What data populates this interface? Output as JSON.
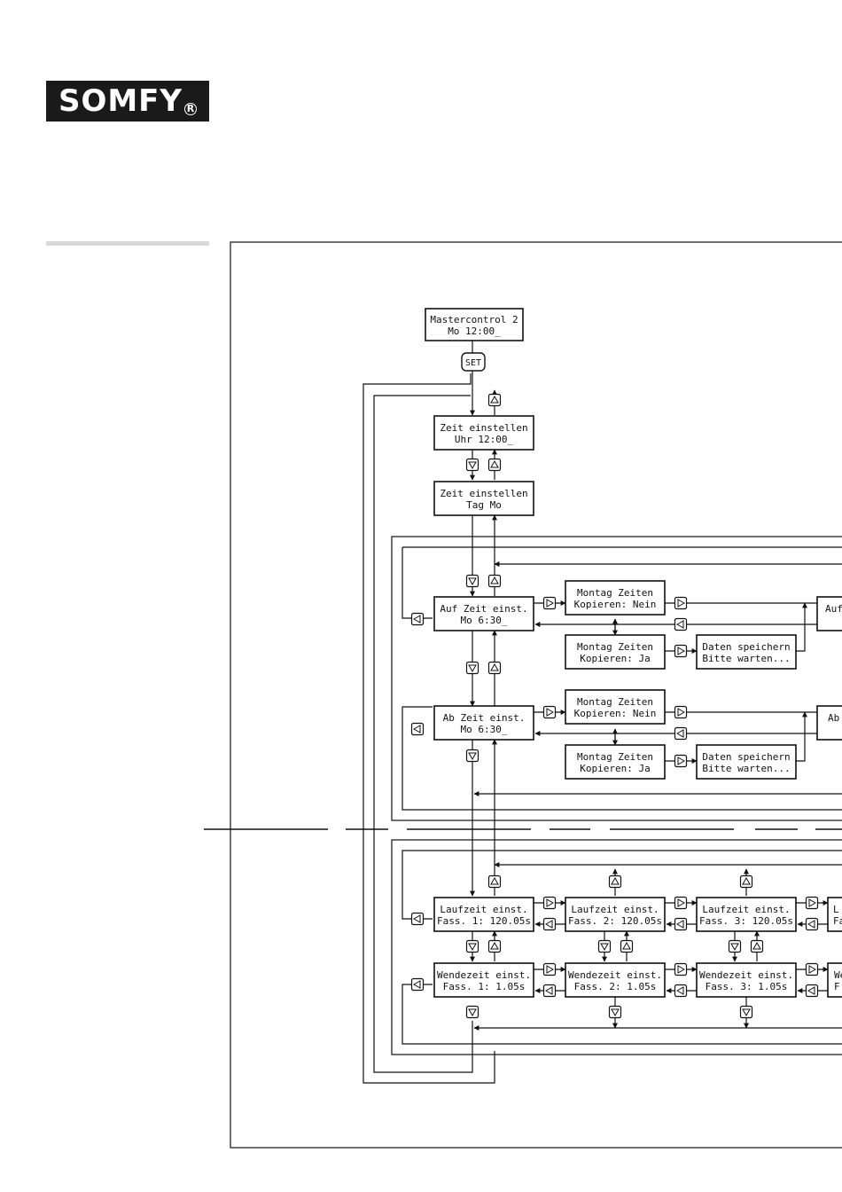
{
  "logo": {
    "text": "SOMFY",
    "reg_mark": "R",
    "logo_bg": "#1a1a1a"
  },
  "diagram": {
    "start": {
      "line1": "Mastercontrol 2",
      "line2": "Mo  12:00_"
    },
    "set_button": "SET",
    "zeit_uhr": {
      "line1": "Zeit einstellen",
      "line2": "Uhr  12:00_"
    },
    "zeit_tag": {
      "line1": "Zeit einstellen",
      "line2": "Tag  Mo"
    },
    "auf_zeit": {
      "line1": "Auf Zeit einst.",
      "line2": "Mo  6:30_"
    },
    "auf_copy_nein": {
      "line1": "Montag Zeiten",
      "line2": "Kopieren: Nein"
    },
    "auf_copy_ja": {
      "line1": "Montag Zeiten",
      "line2": "Kopieren: Ja"
    },
    "auf_save": {
      "line1": "Daten speichern",
      "line2": "Bitte warten..."
    },
    "auf_next_cut": "Auf",
    "ab_zeit": {
      "line1": "Ab Zeit einst.",
      "line2": "Mo  6:30_"
    },
    "ab_copy_nein": {
      "line1": "Montag Zeiten",
      "line2": "Kopieren: Nein"
    },
    "ab_copy_ja": {
      "line1": "Montag Zeiten",
      "line2": "Kopieren: Ja"
    },
    "ab_save": {
      "line1": "Daten speichern",
      "line2": "Bitte warten..."
    },
    "ab_next_cut": "Ab",
    "laufzeit": [
      {
        "line1": "Laufzeit einst.",
        "line2": "Fass. 1: 120.05s"
      },
      {
        "line1": "Laufzeit einst.",
        "line2": "Fass. 2: 120.05s"
      },
      {
        "line1": "Laufzeit einst.",
        "line2": "Fass. 3: 120.05s"
      }
    ],
    "laufzeit_cut": {
      "line1": "L",
      "line2": "Fa"
    },
    "wendezeit": [
      {
        "line1": "Wendezeit einst.",
        "line2": "Fass. 1: 1.05s"
      },
      {
        "line1": "Wendezeit einst.",
        "line2": "Fass. 2: 1.05s"
      },
      {
        "line1": "Wendezeit einst.",
        "line2": "Fass. 3: 1.05s"
      }
    ],
    "wendezeit_cut": {
      "line1": "We",
      "line2": "F"
    }
  },
  "icons": {
    "up": "up-triangle-icon",
    "down": "down-triangle-icon",
    "left": "left-triangle-icon",
    "right": "right-triangle-icon"
  }
}
